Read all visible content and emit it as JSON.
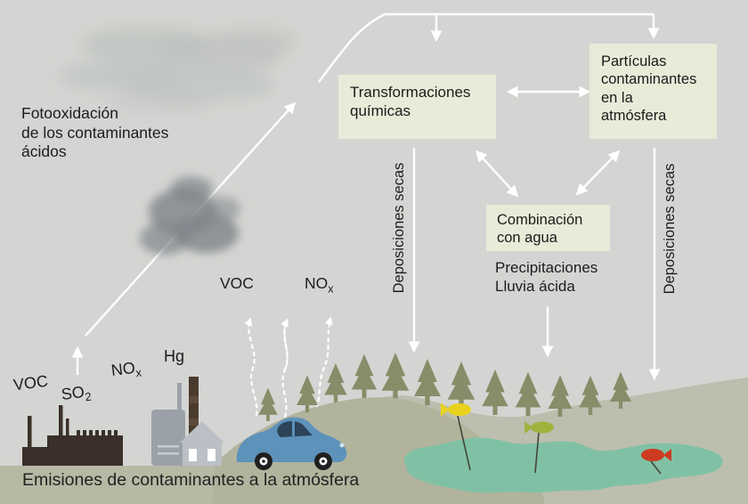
{
  "palette": {
    "sky": "#d4d5d2",
    "ground_strip": "#b6b9a4",
    "hill_near": "#b1b39d",
    "hill_far": "#bcbeae",
    "lake": "#80c1a5",
    "tree": "#878d69",
    "box_bg": "#e9ead8",
    "text": "#1c1c1c",
    "arrow": "#ffffff",
    "factory_dark": "#3a3029",
    "chimney_dark": "#4a3b2e",
    "building_gray": "#9ba1a8",
    "house_gray": "#bac0c6",
    "car_blue": "#5d92bb",
    "car_window": "#2c4358",
    "fish_yellow": "#e8d21f",
    "fish_green": "#9eb33c",
    "fish_red": "#cc3a1f",
    "cloud_light": "#bdc1be",
    "cloud_dark": "#7f8489"
  },
  "labels": {
    "photooxidation": "Fotooxidación\nde los contaminantes\nácidos",
    "transformations_box": "Transformaciones\nquímicas",
    "particles_box": "Partículas\ncontaminantes\nen la\natmósfera",
    "combination_box": "Combinación\ncon agua",
    "dry_deposition_left": "Deposiciones secas",
    "dry_deposition_right": "Deposiciones secas",
    "precipitation": "Precipitaciones\nLluvia ácida",
    "voc_vehicle": "VOC",
    "nox_vehicle": {
      "base": "NO",
      "sub": "x"
    },
    "voc_factory": "VOC",
    "so2_factory": {
      "base": "SO",
      "sub": "2"
    },
    "nox_factory": {
      "base": "NO",
      "sub": "x"
    },
    "hg_factory": "Hg",
    "emissions_caption": "Emisiones de contaminantes a la atmósfera"
  }
}
